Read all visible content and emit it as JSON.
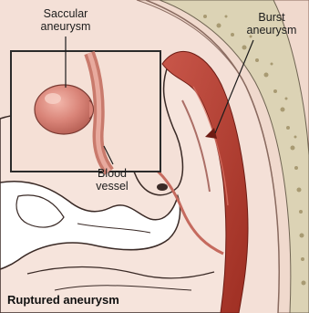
{
  "labels": {
    "saccular": "Saccular\naneurysm",
    "burst": "Burst\naneurysm",
    "vessel": "Blood\nvessel"
  },
  "caption": "Ruptured aneurysm",
  "colors": {
    "bone": "#dcd3b5",
    "skin": "#f2d8cc",
    "brain_tissue": "#f6e4dc",
    "white_matter": "#ffffff",
    "aneurysm": "#d98478",
    "hemorrhage": "#b23a2c",
    "outline": "#3a2a26"
  }
}
